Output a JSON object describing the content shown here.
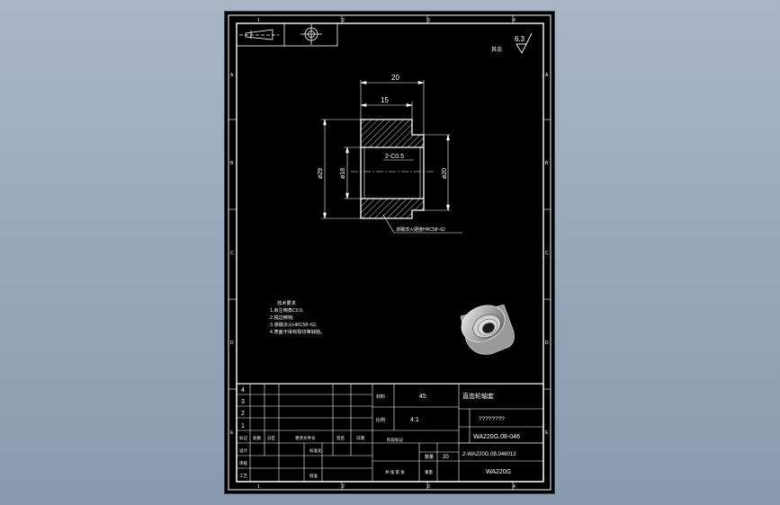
{
  "colors": {
    "background": "#9aa8ba",
    "sheet": "#000000",
    "lines": "#ffffff",
    "section_hatch": "#ffffff"
  },
  "zone_labels": {
    "top": [
      "1",
      "2",
      "3",
      "4"
    ],
    "left": [
      "A",
      "B",
      "C",
      "D",
      "E"
    ],
    "bottom": [
      "1",
      "2",
      "3",
      "4"
    ],
    "right": [
      "A",
      "B",
      "C",
      "D",
      "E"
    ]
  },
  "roughness": {
    "label": "其余",
    "value": "6.3"
  },
  "dimensions": {
    "overall_length": "20",
    "step_length": "15",
    "outer_diameter": "ø29",
    "bore_diameter": "ø18",
    "shoulder_diameter": "ø20",
    "chamfer": "2-C0.5"
  },
  "leader_note": "渗碳淬火硬度HRC58~62",
  "technical_requirements": [
    "技术要求",
    "1.未注倒角C0.5;",
    "2.锐边倒钝;",
    "3.渗碳淬火HRC58~62;",
    "4.表面不得有裂纹等缺陷。"
  ],
  "title_block": {
    "revision_numbers": [
      "4",
      "3",
      "2",
      "1"
    ],
    "material_label": "材料",
    "material": "45",
    "scale_label": "比例",
    "scale": "4:1",
    "sheet_label": "数量",
    "quantity": "20",
    "part_name": "直齿轮轴套",
    "company": "????????",
    "drawing_number": "WA220G.08-046",
    "file_number": "2-WA220G.08.046013",
    "product_code": "WA220G",
    "headers": [
      "标记",
      "处数",
      "分区",
      "更改文件号",
      "签名",
      "日期"
    ],
    "sign_rows": [
      "设计",
      "审核",
      "工艺"
    ],
    "sign_mid": [
      "标准化",
      "",
      "批准"
    ],
    "footer_left": "共 张 第 张",
    "footer_mid": "阶段标记",
    "footer_right": "重量"
  }
}
